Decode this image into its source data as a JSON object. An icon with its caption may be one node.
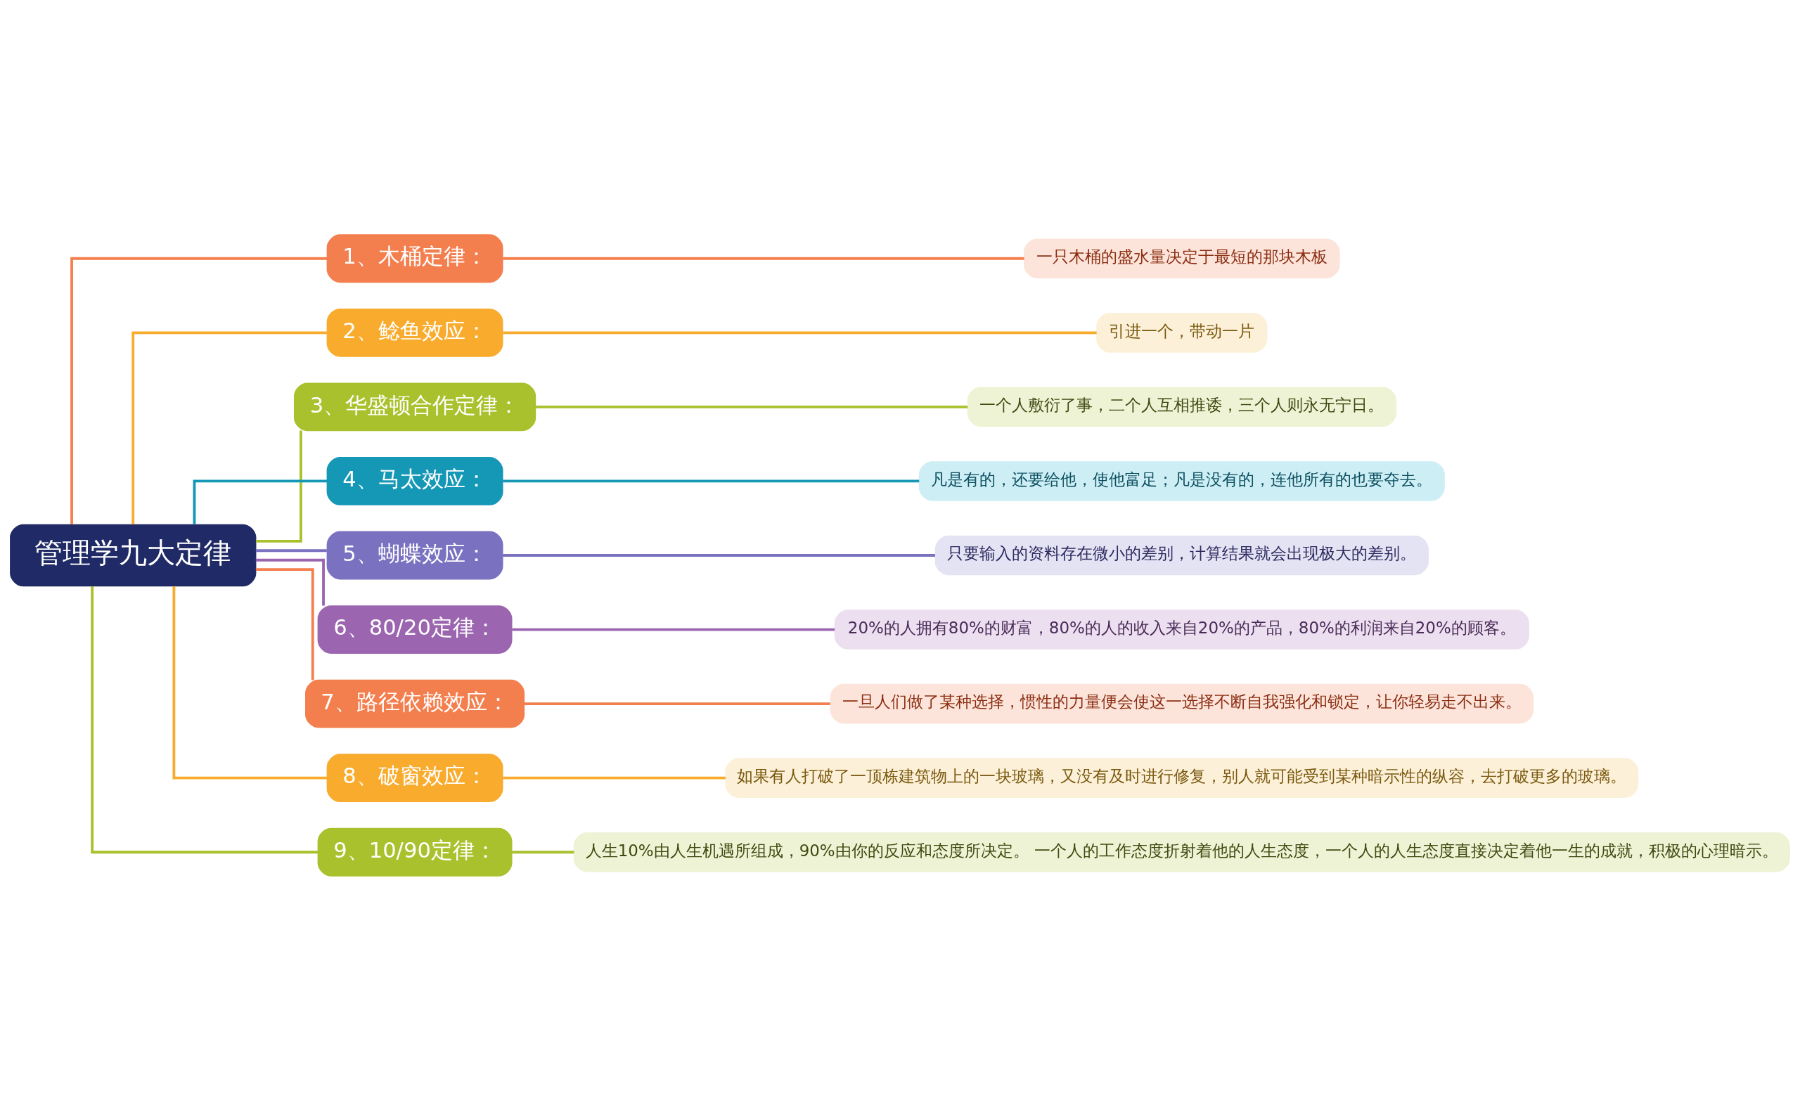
{
  "diagram": {
    "nodes": [
      {
        "text": [
          "管理学九大定律"
        ]
      },
      {
        "text": [
          "1、木桶定律："
        ]
      },
      {
        "text": [
          "2、鲶鱼效应："
        ]
      },
      {
        "text": [
          "3、华盛顿合作定律："
        ]
      },
      {
        "text": [
          "4、马太效应："
        ]
      },
      {
        "text": [
          "5、蝴蝶效应："
        ]
      },
      {
        "text": [
          "6、80/20定律："
        ]
      },
      {
        "text": [
          "7、路径依赖效应："
        ]
      },
      {
        "text": [
          "8、破窗效应："
        ]
      },
      {
        "text": [
          "9、10/90定律："
        ]
      },
      {
        "text": [
          "一只木桶的盛水量决定于最短的那块木板"
        ]
      },
      {
        "text": [
          "引进一个，带动一片"
        ]
      },
      {
        "text": [
          "一个人敷衍了事，二个人互相推诿，三个人则永无宁日。"
        ]
      },
      {
        "text": [
          "凡是有的，还要给他，使他富足；凡是没有的，连他所有的也要夺去。"
        ]
      },
      {
        "text": [
          "只要输入的资料存在微小的差别，计算结果就会出现极大的差别。"
        ]
      },
      {
        "text": [
          "20%的人拥有80%的财富，80%的人的收入来自20%的产品，80%的利润来自20%的顾客。"
        ]
      },
      {
        "text": [
          "一旦人们做了某种选择，惯性的力量便会使这一选择不断自我强化和锁定，让你轻易走不出来。"
        ]
      },
      {
        "text": [
          "如果有人打破了一顶栋建筑物上的一块玻璃，又没有及时进行修复，别人就可能受到某种暗示性的纵容，去打破更多的玻璃。"
        ]
      },
      {
        "text": [
          "人生10%由人生机遇所组成，90%由你的反应和态度所决定。 一个人的工作态度折射着他的人生态度，一个人的人生态度直接决定着他一生的成就，积极的心理暗示。"
        ]
      }
    ],
    "edges": [
      {
        "from": 0,
        "to": 1,
        "arrow": "none",
        "color": "#f47f4e"
      },
      {
        "from": 0,
        "to": 2,
        "arrow": "none",
        "color": "#f9ab2e"
      },
      {
        "from": 0,
        "to": 3,
        "arrow": "none",
        "color": "#a9c12c"
      },
      {
        "from": 0,
        "to": 4,
        "arrow": "none",
        "color": "#1597b6"
      },
      {
        "from": 0,
        "to": 5,
        "arrow": "none",
        "color": "#7a72c0"
      },
      {
        "from": 0,
        "to": 6,
        "arrow": "none",
        "color": "#9b65b0"
      },
      {
        "from": 0,
        "to": 7,
        "arrow": "none",
        "color": "#f47f4e"
      },
      {
        "from": 0,
        "to": 8,
        "arrow": "none",
        "color": "#f9ab2e"
      },
      {
        "from": 0,
        "to": 9,
        "arrow": "none",
        "color": "#a9c12c"
      },
      {
        "from": 1,
        "to": 10,
        "arrow": "none",
        "color": "#f47f4e"
      },
      {
        "from": 2,
        "to": 11,
        "arrow": "none",
        "color": "#f9ab2e"
      },
      {
        "from": 3,
        "to": 12,
        "arrow": "none",
        "color": "#a9c12c"
      },
      {
        "from": 4,
        "to": 13,
        "arrow": "none",
        "color": "#1597b6"
      },
      {
        "from": 5,
        "to": 14,
        "arrow": "none",
        "color": "#7a72c0"
      },
      {
        "from": 6,
        "to": 15,
        "arrow": "none",
        "color": "#9b65b0"
      },
      {
        "from": 7,
        "to": 16,
        "arrow": "none",
        "color": "#f47f4e"
      },
      {
        "from": 8,
        "to": 17,
        "arrow": "none",
        "color": "#f9ab2e"
      },
      {
        "from": 9,
        "to": 18,
        "arrow": "none",
        "color": "#a9c12c"
      }
    ]
  }
}
